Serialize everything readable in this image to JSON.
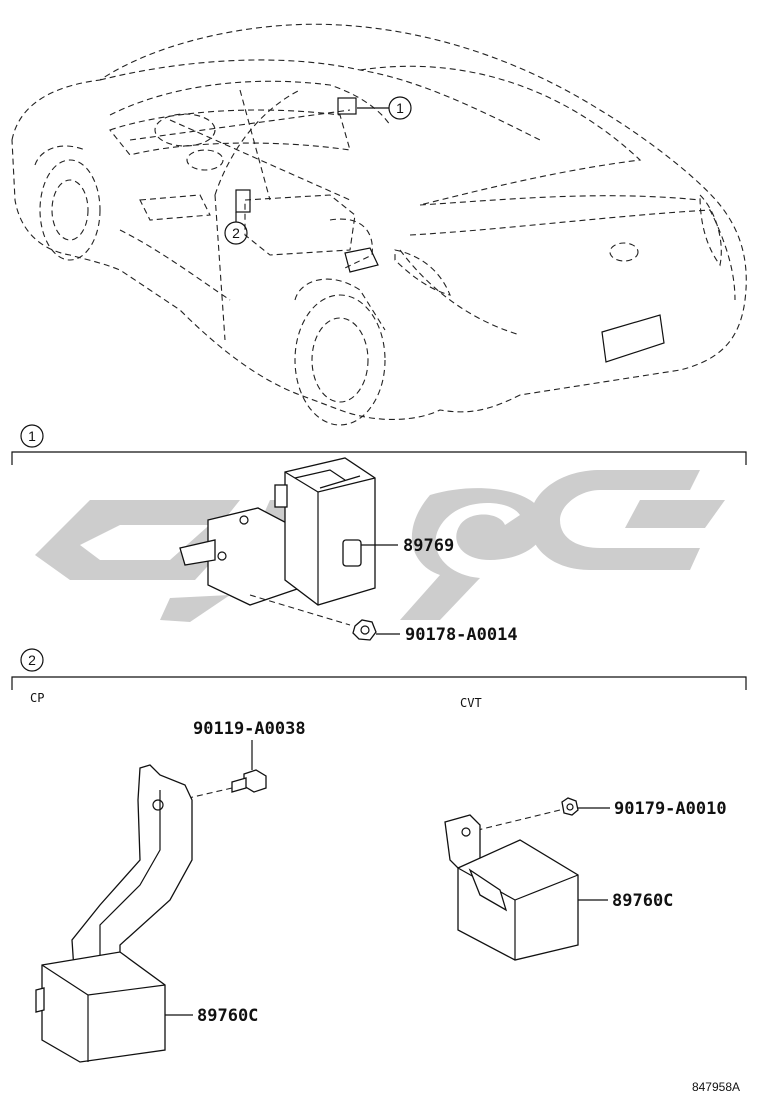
{
  "callouts": {
    "one": "1",
    "two": "2"
  },
  "section1": {
    "number": "1",
    "parts": [
      {
        "number": "89769"
      },
      {
        "number": "90178-A0014"
      }
    ]
  },
  "section2": {
    "number": "2",
    "left_variant": "CP",
    "right_variant": "CVT",
    "left_parts": [
      {
        "number": "90119-A0038"
      },
      {
        "number": "89760C"
      }
    ],
    "right_parts": [
      {
        "number": "90179-A0010"
      },
      {
        "number": "89760C"
      }
    ]
  },
  "illustration_code": "847958A"
}
